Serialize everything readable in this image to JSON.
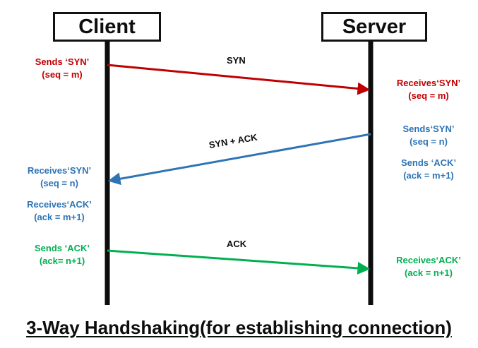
{
  "diagram": {
    "title": "3-Way Handshaking(for establishing connection)",
    "nodes": {
      "client": "Client",
      "server": "Server"
    },
    "colors": {
      "syn": "#c00000",
      "syn_ack": "#2e74b5",
      "ack": "#00b050",
      "lifeline": "#0d0d0d",
      "title": "#0d0d0d"
    },
    "arrows": [
      {
        "name": "syn-arrow",
        "label": "SYN",
        "direction": "client-to-server",
        "color": "#c00000"
      },
      {
        "name": "syn-ack-arrow",
        "label": "SYN + ACK",
        "direction": "server-to-client",
        "color": "#2e74b5"
      },
      {
        "name": "ack-arrow",
        "label": "ACK",
        "direction": "client-to-server",
        "color": "#00b050"
      }
    ],
    "annotations": {
      "client_sends_syn": {
        "line1": "Sends ‘SYN’",
        "line2": "(seq = m)"
      },
      "server_receives_syn": {
        "line1": "Receives‘SYN’",
        "line2": "(seq = m)"
      },
      "server_sends_syn": {
        "line1": "Sends‘SYN’",
        "line2": "(seq = n)"
      },
      "server_sends_ack": {
        "line1": "Sends ‘ACK’",
        "line2": "(ack = m+1)"
      },
      "client_receives_syn": {
        "line1": "Receives‘SYN’",
        "line2": "(seq = n)"
      },
      "client_receives_ack": {
        "line1": "Receives‘ACK’",
        "line2": "(ack = m+1)"
      },
      "client_sends_ack": {
        "line1": "Sends ‘ACK’",
        "line2": "(ack= n+1)"
      },
      "server_receives_ack": {
        "line1": "Receives‘ACK’",
        "line2": "(ack = n+1)"
      }
    }
  }
}
